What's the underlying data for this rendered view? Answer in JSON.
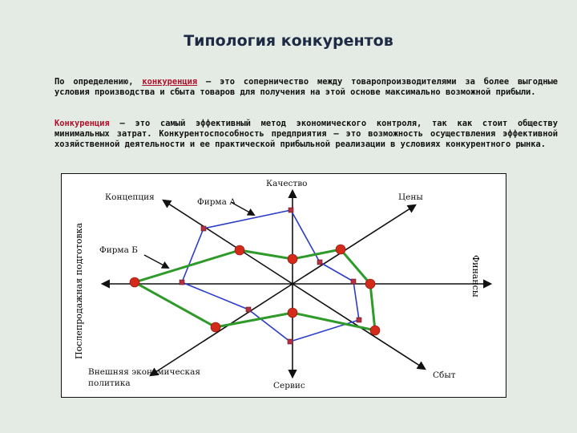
{
  "slide": {
    "title": "Типология конкурентов"
  },
  "paragraph1": {
    "lead": "По определению, ",
    "term": "конкуренция",
    "rest": " – это соперничество между товаропроизводителями за более выгодные условия производства и сбыта товаров для получения на этой основе максимально возможной прибыли."
  },
  "paragraph2": {
    "term": "Конкуренция",
    "rest": " – это самый эффективный метод экономического контроля, так как стоит обществу минимальных затрат. Конкурентоспособность предприятия – это возможность осуществления эффективной хозяйственной деятельности и ее практической прибыльной реализации в условиях конкурентного рынка."
  },
  "diagram": {
    "axes": {
      "quality": "Качество",
      "prices": "Цены",
      "finance": "Финансы",
      "sales": "Сбыт",
      "service": "Сервис",
      "external": "Внешняя экономическая политика",
      "after_sales": "Послепродажная подготовка",
      "concept": "Концепция"
    },
    "firm_a_label": "Фирма А",
    "firm_b_label": "Фирма Б",
    "colors": {
      "axis": "#111111",
      "firm_a": "#2a3cc8",
      "firm_b": "#2e9a2a",
      "firm_a_marker": "#b83040",
      "firm_b_marker": "#d42a1a"
    }
  }
}
